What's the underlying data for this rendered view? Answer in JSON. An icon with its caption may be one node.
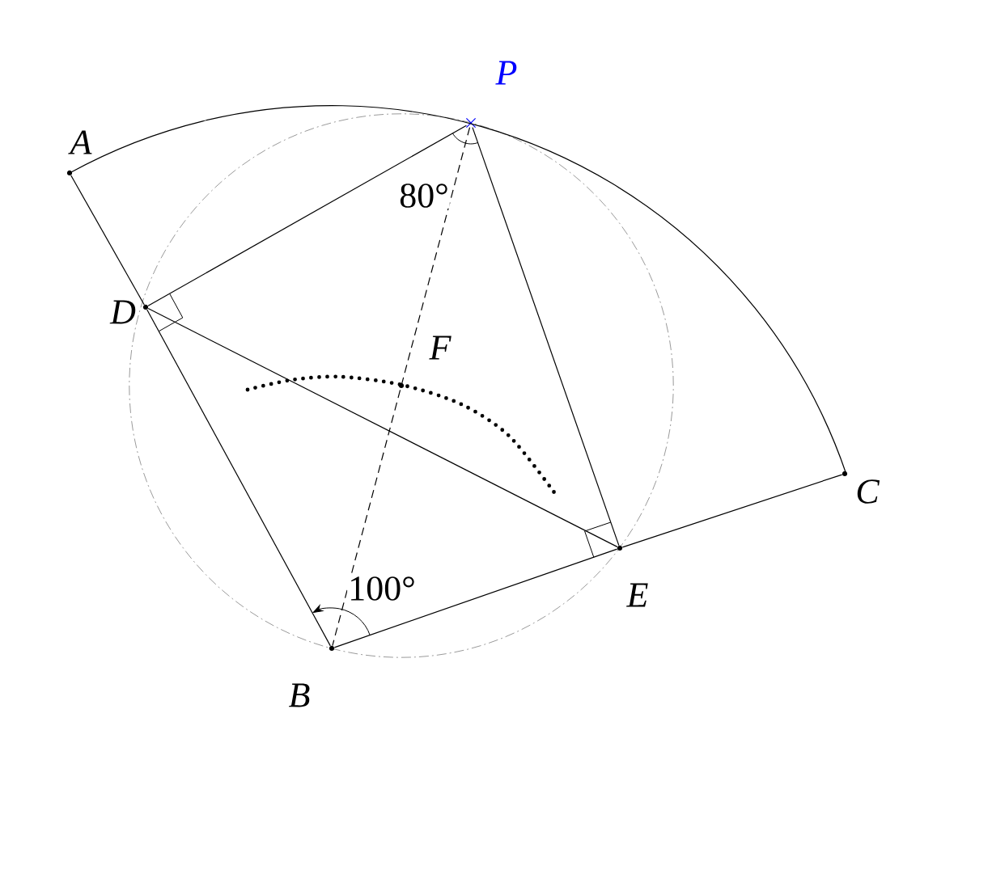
{
  "diagram": {
    "nodes": [
      {
        "text": [
          "A"
        ]
      },
      {
        "text": [
          "P"
        ]
      },
      {
        "text": [
          "D"
        ]
      },
      {
        "text": [
          "F"
        ]
      },
      {
        "text": [
          "C"
        ]
      },
      {
        "text": [
          "E"
        ]
      },
      {
        "text": [
          "B"
        ]
      }
    ],
    "edges": [
      {
        "from": 0,
        "to": 2,
        "arrow": "none"
      },
      {
        "from": 2,
        "to": 6,
        "arrow": "none"
      },
      {
        "from": 6,
        "to": 5,
        "arrow": "none"
      },
      {
        "from": 5,
        "to": 4,
        "arrow": "none"
      },
      {
        "from": 2,
        "to": 1,
        "arrow": "none"
      },
      {
        "from": 1,
        "to": 5,
        "arrow": "none"
      },
      {
        "from": 2,
        "to": 5,
        "arrow": "none"
      },
      {
        "from": 1,
        "to": 6,
        "arrow": "none",
        "style": "dashed"
      },
      {
        "from": 0,
        "to": 4,
        "arrow": "none"
      }
    ],
    "labels": [
      "80°",
      "100°"
    ]
  }
}
